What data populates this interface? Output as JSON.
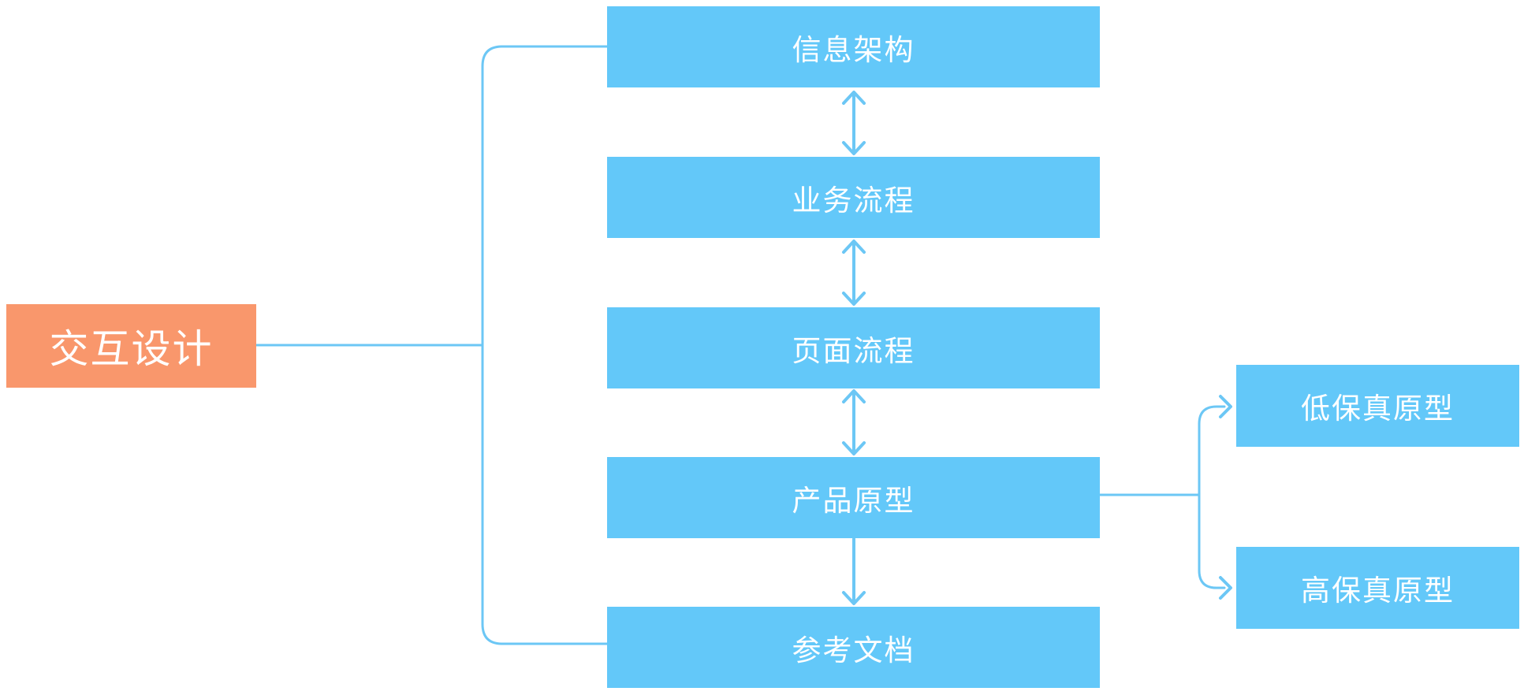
{
  "diagram": {
    "root_node": {
      "label": "交互设计"
    },
    "main_nodes": [
      {
        "label": "信息架构"
      },
      {
        "label": "业务流程"
      },
      {
        "label": "页面流程"
      },
      {
        "label": "产品原型"
      },
      {
        "label": "参考文档"
      }
    ],
    "sub_nodes": [
      {
        "label": "低保真原型"
      },
      {
        "label": "高保真原型"
      }
    ],
    "connections": [
      {
        "from": "交互设计",
        "to": "信息架构",
        "style": "bracket-line"
      },
      {
        "from": "交互设计",
        "to": "参考文档",
        "style": "bracket-line"
      },
      {
        "from": "信息架构",
        "to": "业务流程",
        "style": "double-headed-arrow"
      },
      {
        "from": "业务流程",
        "to": "页面流程",
        "style": "double-headed-arrow"
      },
      {
        "from": "页面流程",
        "to": "产品原型",
        "style": "double-headed-arrow"
      },
      {
        "from": "产品原型",
        "to": "参考文档",
        "style": "single-arrow-down"
      },
      {
        "from": "产品原型",
        "to": "低保真原型",
        "style": "single-arrow-right"
      },
      {
        "from": "产品原型",
        "to": "高保真原型",
        "style": "single-arrow-right"
      }
    ]
  },
  "colors": {
    "root_fill": "#F9976C",
    "node_fill": "#63C8F9",
    "connector": "#6CC7F5",
    "node_text": "#FFFFFF"
  }
}
